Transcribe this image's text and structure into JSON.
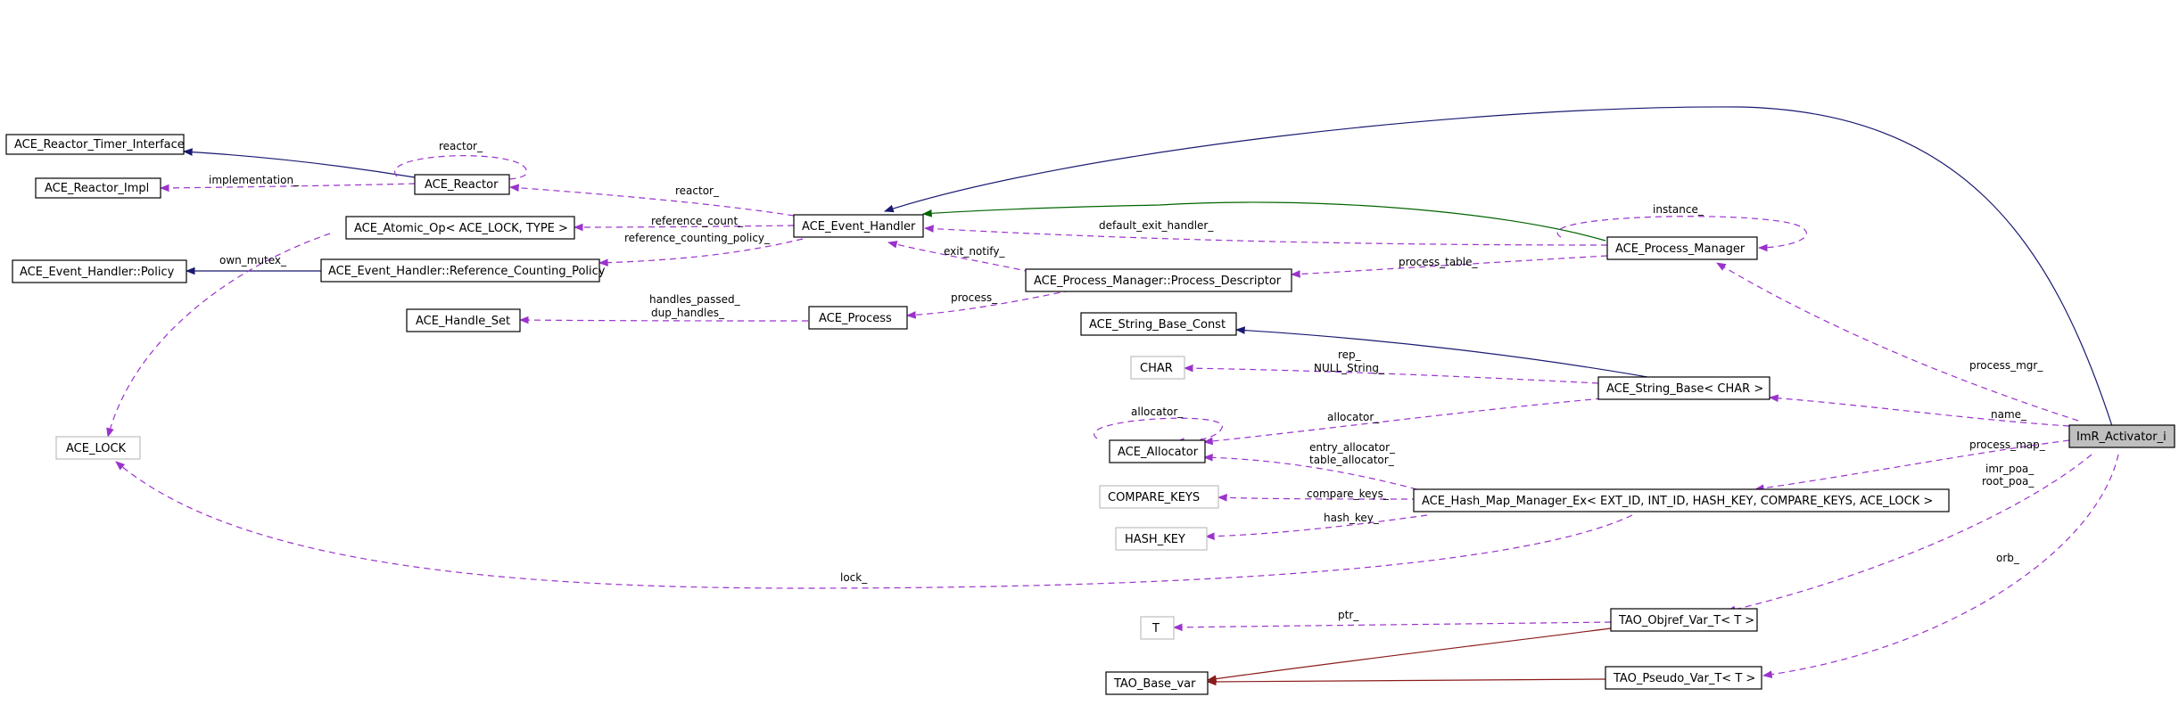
{
  "nodes": {
    "reactor_timer_interface": "ACE_Reactor_Timer_Interface",
    "reactor_impl": "ACE_Reactor_Impl",
    "reactor": "ACE_Reactor",
    "event_handler_policy": "ACE_Event_Handler::Policy",
    "ace_lock": "ACE_LOCK",
    "atomic_op": "ACE_Atomic_Op< ACE_LOCK, TYPE >",
    "ref_counting_policy": "ACE_Event_Handler::Reference_Counting_Policy",
    "handle_set": "ACE_Handle_Set",
    "event_handler": "ACE_Event_Handler",
    "process": "ACE_Process",
    "process_descriptor": "ACE_Process_Manager::Process_Descriptor",
    "process_manager": "ACE_Process_Manager",
    "string_base_const": "ACE_String_Base_Const",
    "char": "CHAR",
    "string_base_char": "ACE_String_Base< CHAR >",
    "allocator": "ACE_Allocator",
    "compare_keys": "COMPARE_KEYS",
    "hash_map_manager": "ACE_Hash_Map_Manager_Ex< EXT_ID, INT_ID, HASH_KEY, COMPARE_KEYS, ACE_LOCK >",
    "hash_key": "HASH_KEY",
    "imr_activator": "ImR_Activator_i",
    "t": "T",
    "objref_var": "TAO_Objref_Var_T< T >",
    "base_var": "TAO_Base_var",
    "pseudo_var": "TAO_Pseudo_Var_T< T >"
  },
  "edge_labels": {
    "reactor_self": "reactor_",
    "implementation": "implementation_",
    "reactor": "reactor_",
    "own_mutex": "own_mutex_",
    "reference_count": "reference_count_",
    "reference_counting_policy": "reference_counting_policy_",
    "default_exit_handler": "default_exit_handler_",
    "instance": "instance_",
    "exit_notify": "exit_notify_",
    "process_table": "process_table_",
    "handles_passed": "handles_passed_",
    "dup_handles": "dup_handles_",
    "process": "process_",
    "process_mgr": "process_mgr_",
    "rep": "rep_",
    "null_string": "NULL_String_",
    "name": "name_",
    "allocator_self": "allocator_",
    "allocator": "allocator_",
    "entry_allocator": "entry_allocator_",
    "table_allocator": "table_allocator_",
    "process_map": "process_map_",
    "imr_poa": "imr_poa_",
    "root_poa": "root_poa_",
    "compare_keys": "compare_keys_",
    "hash_key": "hash_key_",
    "lock": "lock_",
    "orb": "orb_",
    "ptr": "ptr_"
  },
  "colors": {
    "usage_edge": "#9a32cd",
    "inheritance_edge": "#191970",
    "template_edge_green": "#006400",
    "template_edge_red": "#8b1a1a",
    "highlight_node": "#bfbfbf",
    "grey_node_border": "#bfbfbf"
  }
}
